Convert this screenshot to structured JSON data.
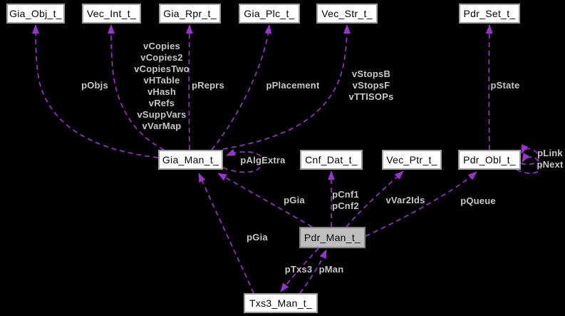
{
  "diagram": {
    "kind": "collaboration-graph",
    "colors": {
      "background": "#000000",
      "edge": "#9a32cd",
      "edge_label": "#c8c8c8",
      "node_fill": "#ffffff",
      "node_border": "#9e9e9e",
      "node_text": "#000000",
      "highlight_fill": "#bebebe",
      "highlight_border": "#868686"
    },
    "nodes": [
      {
        "id": "gia-obj-t",
        "label": "Gia_Obj_t_",
        "highlighted": false
      },
      {
        "id": "vec-int-t",
        "label": "Vec_Int_t_",
        "highlighted": false
      },
      {
        "id": "gia-rpr-t",
        "label": "Gia_Rpr_t_",
        "highlighted": false
      },
      {
        "id": "gia-plc-t",
        "label": "Gia_Plc_t_",
        "highlighted": false
      },
      {
        "id": "vec-str-t",
        "label": "Vec_Str_t_",
        "highlighted": false
      },
      {
        "id": "pdr-set-t",
        "label": "Pdr_Set_t_",
        "highlighted": false
      },
      {
        "id": "gia-man-t",
        "label": "Gia_Man_t_",
        "highlighted": false
      },
      {
        "id": "cnf-dat-t",
        "label": "Cnf_Dat_t_",
        "highlighted": false
      },
      {
        "id": "vec-ptr-t",
        "label": "Vec_Ptr_t_",
        "highlighted": false
      },
      {
        "id": "pdr-obl-t",
        "label": "Pdr_Obl_t_",
        "highlighted": false
      },
      {
        "id": "pdr-man-t",
        "label": "Pdr_Man_t_",
        "highlighted": true
      },
      {
        "id": "txs3-man-t",
        "label": "Txs3_Man_t_",
        "highlighted": false
      }
    ],
    "edges": [
      {
        "id": "pObjs",
        "from": "Gia_Man_t_",
        "to": "Gia_Obj_t_",
        "label": "pObjs"
      },
      {
        "id": "vCopies",
        "from": "Gia_Man_t_",
        "to": "Vec_Int_t_",
        "label": "vCopies\nvCopies2\nvCopiesTwo\nvHTable\nvHash\nvRefs\nvSuppVars\nvVarMap"
      },
      {
        "id": "pReprs",
        "from": "Gia_Man_t_",
        "to": "Gia_Rpr_t_",
        "label": "pReprs"
      },
      {
        "id": "pPlacement",
        "from": "Gia_Man_t_",
        "to": "Gia_Plc_t_",
        "label": "pPlacement"
      },
      {
        "id": "vStops",
        "from": "Gia_Man_t_",
        "to": "Vec_Str_t_",
        "label": "vStopsB\nvStopsF\nvTTISOPs"
      },
      {
        "id": "pState",
        "from": "Pdr_Obl_t_",
        "to": "Pdr_Set_t_",
        "label": "pState"
      },
      {
        "id": "pAlgExtra",
        "from": "Gia_Man_t_",
        "to": "Gia_Man_t_",
        "label": "pAlgExtra"
      },
      {
        "id": "pGiaPdr",
        "from": "Pdr_Man_t_",
        "to": "Gia_Man_t_",
        "label": "pGia"
      },
      {
        "id": "pCnf",
        "from": "Pdr_Man_t_",
        "to": "Cnf_Dat_t_",
        "label": "pCnf1\npCnf2"
      },
      {
        "id": "vVar2Ids",
        "from": "Pdr_Man_t_",
        "to": "Vec_Ptr_t_",
        "label": "vVar2Ids"
      },
      {
        "id": "pQueue",
        "from": "Pdr_Man_t_",
        "to": "Pdr_Obl_t_",
        "label": "pQueue"
      },
      {
        "id": "pLink",
        "from": "Pdr_Obl_t_",
        "to": "Pdr_Obl_t_",
        "label": "pLink"
      },
      {
        "id": "pNext",
        "from": "Pdr_Obl_t_",
        "to": "Pdr_Obl_t_",
        "label": "pNext"
      },
      {
        "id": "pGiaTxs3",
        "from": "Txs3_Man_t_",
        "to": "Gia_Man_t_",
        "label": "pGia"
      },
      {
        "id": "pTxs3",
        "from": "Pdr_Man_t_",
        "to": "Txs3_Man_t_",
        "label": "pTxs3"
      },
      {
        "id": "pMan",
        "from": "Txs3_Man_t_",
        "to": "Pdr_Man_t_",
        "label": "pMan"
      }
    ]
  }
}
